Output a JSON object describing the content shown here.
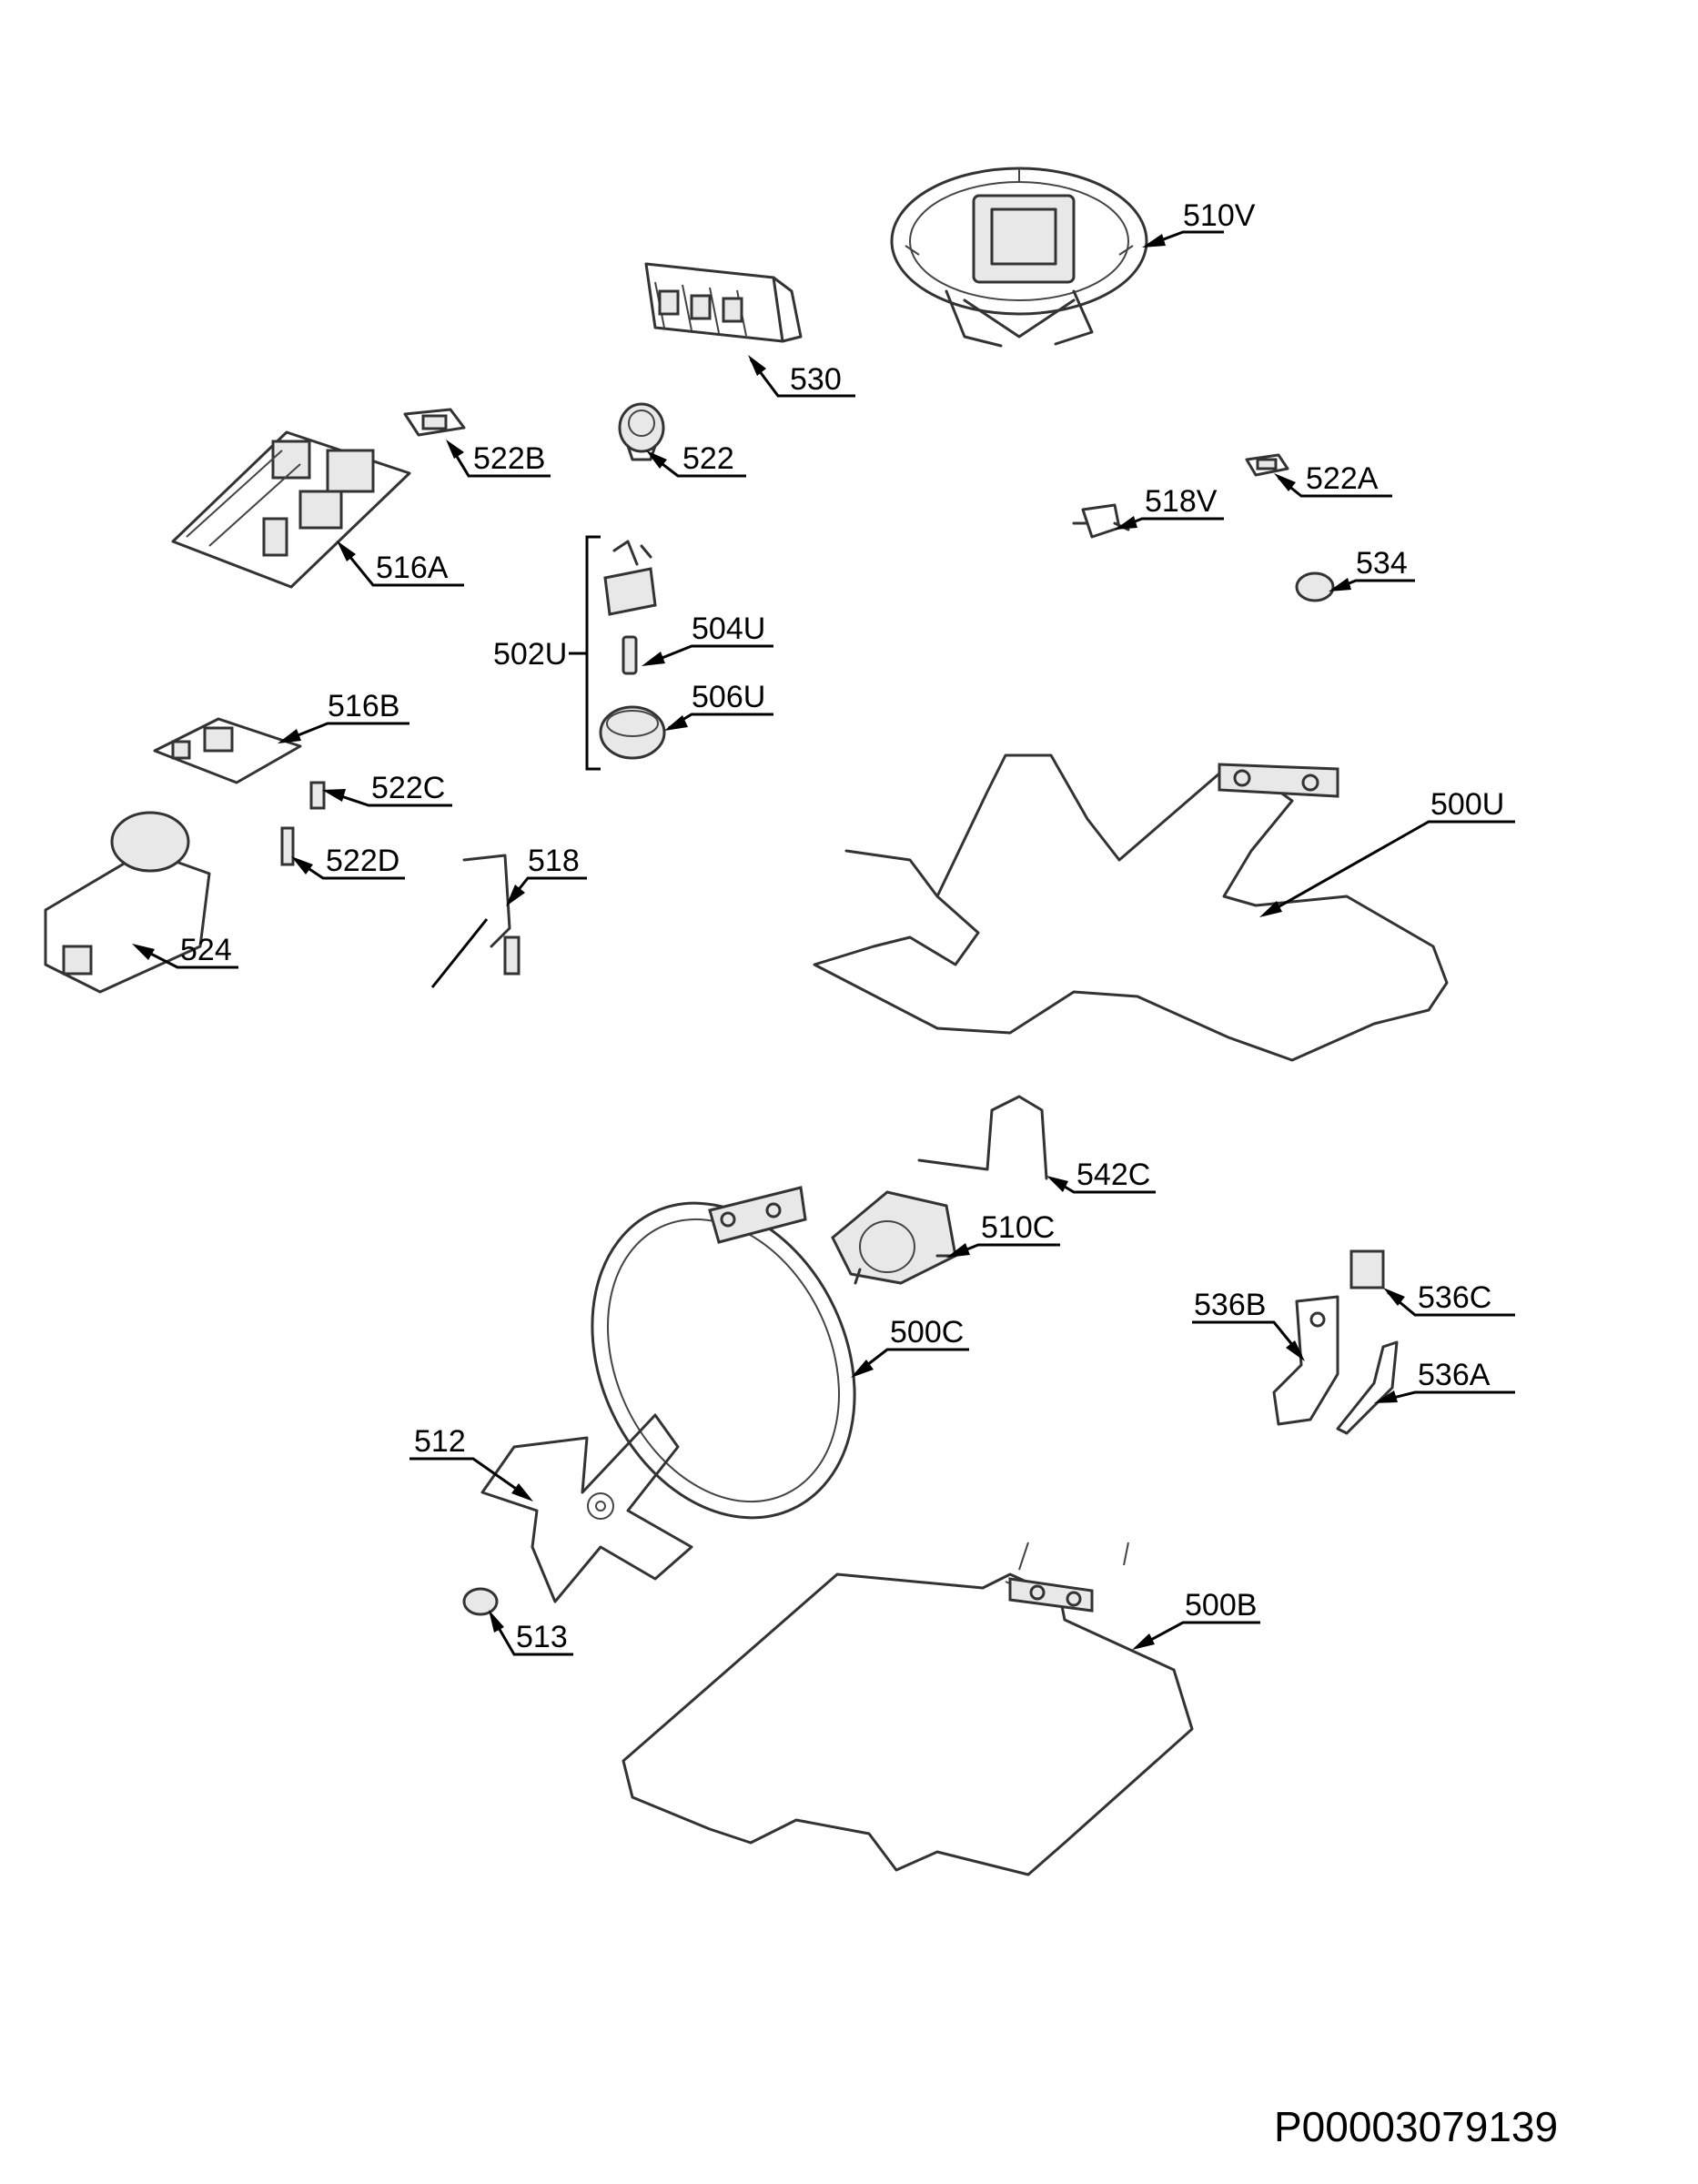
{
  "labels": {
    "l510V": "510V",
    "l530": "530",
    "l522B": "522B",
    "l522": "522",
    "l516A": "516A",
    "l522A": "522A",
    "l518V": "518V",
    "l534": "534",
    "l502U": "502U",
    "l504U": "504U",
    "l506U": "506U",
    "l516B": "516B",
    "l522C": "522C",
    "l522D": "522D",
    "l518": "518",
    "l524": "524",
    "l500U": "500U",
    "l542C": "542C",
    "l510C": "510C",
    "l536B": "536B",
    "l536C": "536C",
    "l536A": "536A",
    "l500C": "500C",
    "l512": "512",
    "l513": "513",
    "l500B": "500B"
  },
  "drawing_code": "P00003079139"
}
